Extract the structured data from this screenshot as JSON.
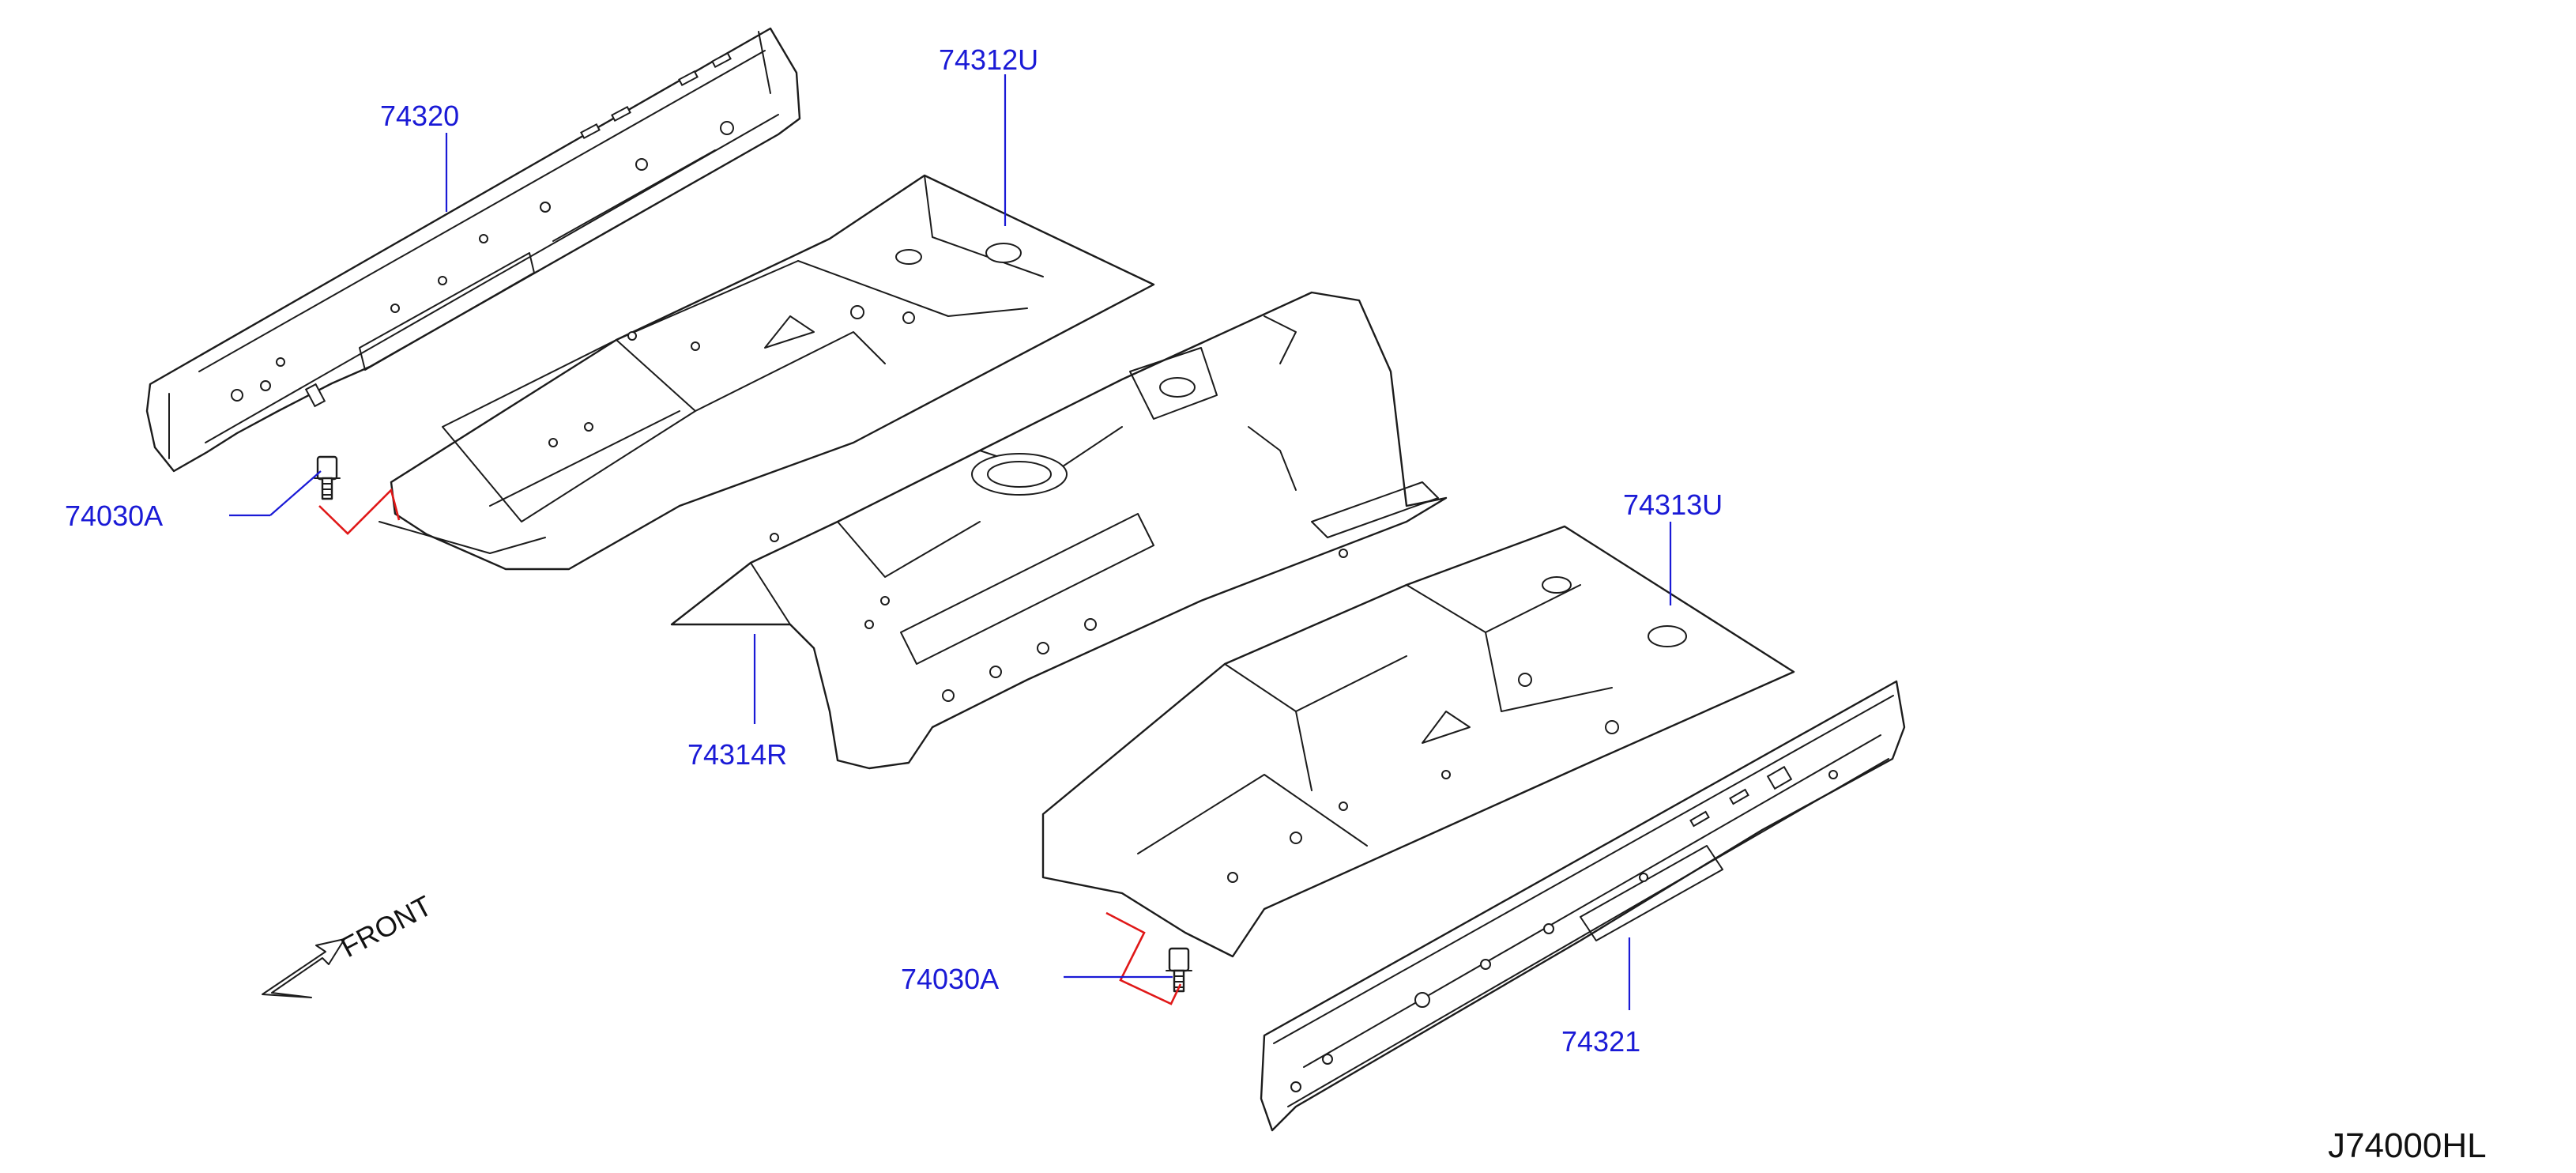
{
  "colors": {
    "callout_text": "#1a1ad6",
    "leader_line": "#1a1ad6",
    "fastener_bracket": "#e01818",
    "drawing": "#1c1c1c"
  },
  "callouts": {
    "rail_left": "74320",
    "rear_floor": "74312U",
    "bolt_upper": "74030A",
    "center_floor": "74314R",
    "front_floor": "74313U",
    "bolt_lower": "74030A",
    "rail_right": "74321"
  },
  "front_indicator": {
    "label": "FRONT",
    "icon": "arrow-icon"
  },
  "diagram_code": "J74000HL"
}
